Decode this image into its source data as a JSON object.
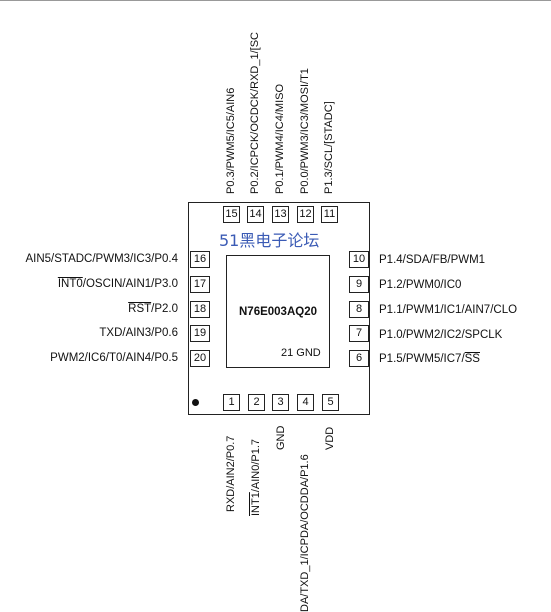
{
  "chip": {
    "name": "N76E003AQ20",
    "center_pin": "21 GND",
    "watermark": "51黑电子论坛"
  },
  "top_pins": [
    {
      "num": "15",
      "label": "P0.3/PWM5/IC5/AIN6"
    },
    {
      "num": "14",
      "label": "P0.2/ICPCK/OCDCK/RXD_1/[SC"
    },
    {
      "num": "13",
      "label": "P0.1/PWM4/IC4/MISO"
    },
    {
      "num": "12",
      "label": "P0.0/PWM3/IC3/MOSI/T1"
    },
    {
      "num": "11",
      "label": "P1.3/SCL/[STADC]"
    }
  ],
  "left_pins": [
    {
      "num": "16",
      "label": "AIN5/STADC/PWM3/IC3/P0.4"
    },
    {
      "num": "17",
      "label_over": "INT0",
      "label": "/OSCIN/AIN1/P3.0"
    },
    {
      "num": "18",
      "label_over": "RST",
      "label": "/P2.0"
    },
    {
      "num": "19",
      "label": "TXD/AIN3/P0.6"
    },
    {
      "num": "20",
      "label": "PWM2/IC6/T0/AIN4/P0.5"
    }
  ],
  "right_pins": [
    {
      "num": "10",
      "label": "P1.4/SDA/FB/PWM1"
    },
    {
      "num": "9",
      "label": "P1.2/PWM0/IC0"
    },
    {
      "num": "8",
      "label": "P1.1/PWM1/IC1/AIN7/CLO"
    },
    {
      "num": "7",
      "label": "P1.0/PWM2/IC2/SPCLK"
    },
    {
      "num": "6",
      "label": "P1.5/PWM5/IC7/",
      "label_over": "SS"
    }
  ],
  "bottom_pins": [
    {
      "num": "1",
      "label": "RXD/AIN2/P0.7"
    },
    {
      "num": "2",
      "label_over": "INT1",
      "label": "/AIN0/P1.7"
    },
    {
      "num": "3",
      "label": "GND"
    },
    {
      "num": "4",
      "label": "DA/TXD_1/ICPDA/OCDDA/P1.6"
    },
    {
      "num": "5",
      "label": "VDD"
    }
  ]
}
